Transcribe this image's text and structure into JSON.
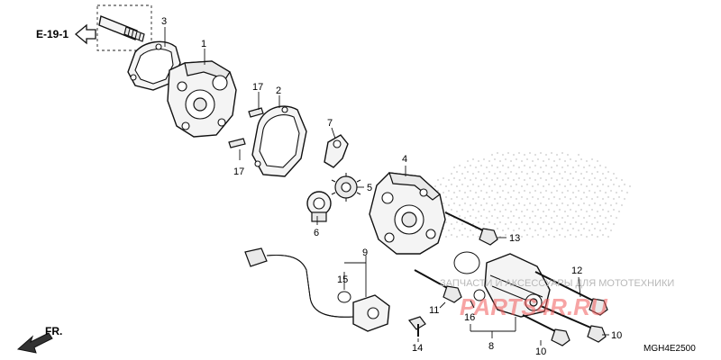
{
  "reference": "E-19-1",
  "direction_label": "FR.",
  "diagram_code": "MGH4E2500",
  "watermark": {
    "caption": "ЗАПЧАСТИ И АКСЕССУАРЫ ДЛЯ МОТОТЕХНИКИ",
    "brand": "PARTS4R.RU"
  },
  "callouts": {
    "c1": "1",
    "c2": "2",
    "c3": "3",
    "c4": "4",
    "c5": "5",
    "c6": "6",
    "c7": "7",
    "c8": "8",
    "c9": "9",
    "c10a": "10",
    "c10b": "10",
    "c11": "11",
    "c12": "12",
    "c13": "13",
    "c14": "14",
    "c15": "15",
    "c16": "16",
    "c17a": "17",
    "c17b": "17"
  }
}
